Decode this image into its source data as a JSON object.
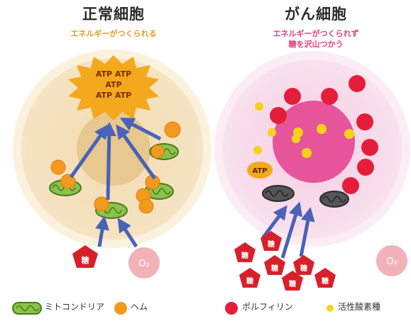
{
  "normal": {
    "title": "正常細胞",
    "subtitle": "エネルギーがつくられる",
    "atp_lines": [
      "ATP ATP",
      "ATP",
      "ATP ATP"
    ],
    "sugar_label": "糖",
    "oxygen_label": "O₂"
  },
  "cancer": {
    "title": "がん細胞",
    "subtitle_line1": "エネルギーがつくられず",
    "subtitle_line2": "糖を沢山つかう",
    "atp_label": "ATP",
    "sugar_label": "糖",
    "oxygen_label": "O₂"
  },
  "legend": {
    "mitochondria": "ミトコンドリア",
    "heme": "ヘム",
    "porphyrin": "ポルフィリン",
    "ros": "活性酸素種"
  },
  "colors": {
    "normal_subtitle": "#e0a020",
    "cancer_subtitle": "#e0407a",
    "atp_burst": "#f4a81c",
    "heme": "#f39a1e",
    "mitochondria": "#8bc34a",
    "porphyrin": "#e41e3a",
    "ros": "#f6d21a",
    "arrow": "#4a62b8",
    "sugar": "#d8202a",
    "oxygen": "#f3b1b8"
  }
}
